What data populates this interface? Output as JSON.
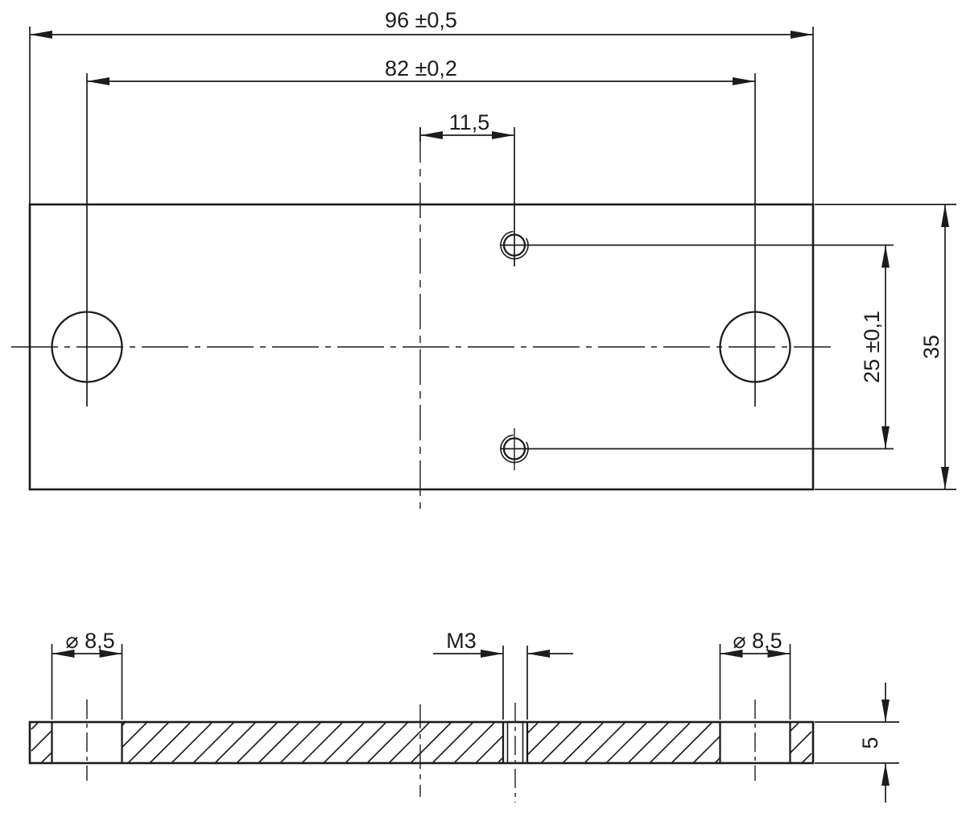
{
  "drawing": {
    "kind": "technical-drawing",
    "background_color": "#ffffff",
    "line_color": "#1c1c1c",
    "top_view": {
      "overall_width": "96 ±0,5",
      "hole_spacing": "82 ±0,2",
      "tap_offset": "11,5",
      "tap_spacing": "25 ±0,1",
      "overall_height": "35"
    },
    "section_view": {
      "hole_dia_left": "⌀ 8,5",
      "thread_size": "M3",
      "hole_dia_right": "⌀ 8,5",
      "thickness": "5"
    }
  }
}
